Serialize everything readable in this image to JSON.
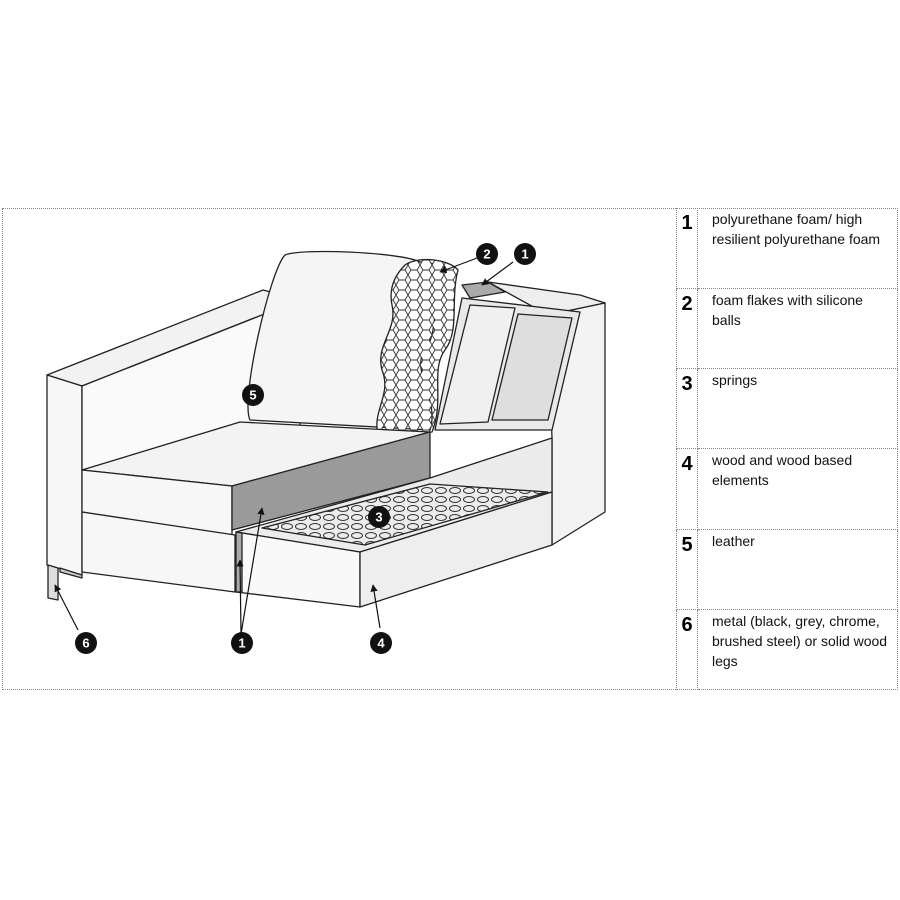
{
  "legend": [
    {
      "number": "1",
      "text": "polyurethane foam/ high resilient polyurethane foam"
    },
    {
      "number": "2",
      "text": "foam flakes with silicone balls"
    },
    {
      "number": "3",
      "text": "springs"
    },
    {
      "number": "4",
      "text": " wood and wood based elements"
    },
    {
      "number": "5",
      "text": "leather"
    },
    {
      "number": "6",
      "text": "metal (black, grey, chrome, brushed steel) or  solid wood legs"
    }
  ],
  "callouts": {
    "c1_top": "1",
    "c2_top": "2",
    "c3_springs": "3",
    "c4_base": "4",
    "c5_cushion": "5",
    "c6_leg": "6",
    "c1_bottom": "1"
  }
}
